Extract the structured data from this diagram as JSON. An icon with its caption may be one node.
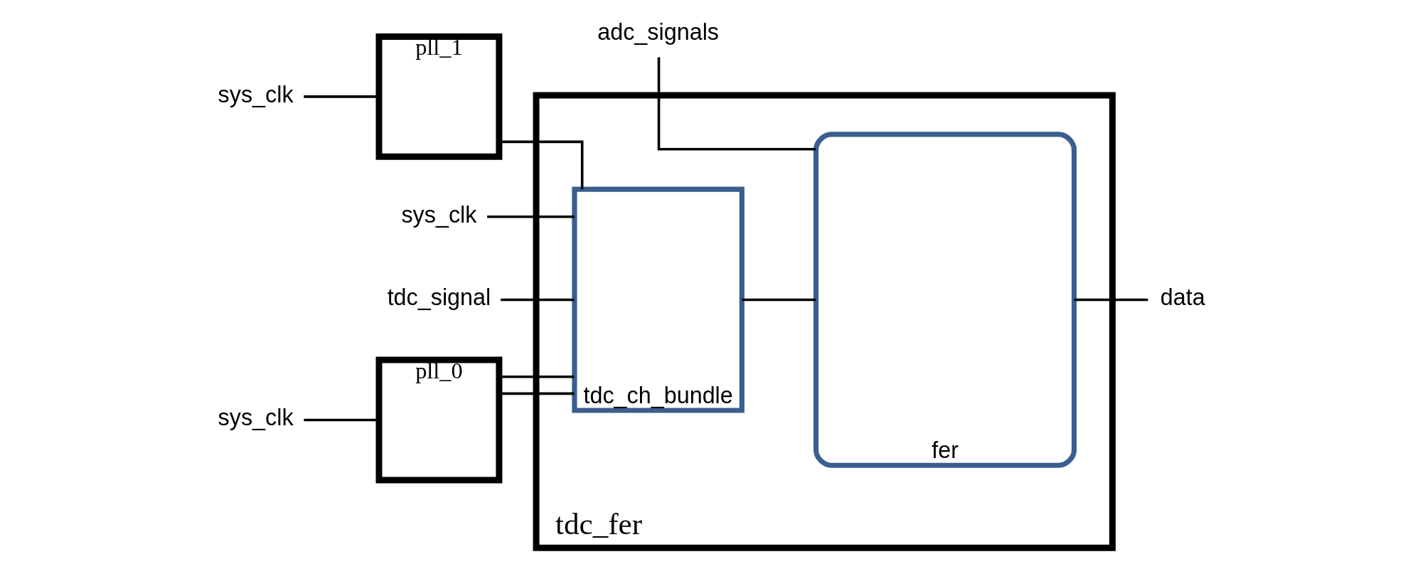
{
  "diagram": {
    "nodes": [
      {
        "text": [
          "pll_0"
        ]
      },
      {
        "text": [
          "sys_clk"
        ]
      },
      {
        "text": [
          "pll_1"
        ]
      },
      {
        "text": [
          "sys_clk"
        ]
      },
      {
        "text": [
          "tdc_fer"
        ]
      },
      {
        "text": [
          "sys_clk"
        ]
      },
      {
        "text": [
          "tdc_ch_bundle"
        ],
        "in": 4
      },
      {
        "text": [
          "tdc_signal"
        ]
      },
      {
        "text": [
          "adc_signals"
        ]
      },
      {
        "text": [
          "fer"
        ],
        "in": 4
      },
      {
        "text": [
          "data"
        ]
      }
    ],
    "edges": [
      {
        "from": 1,
        "to": 0,
        "arrow": "none"
      },
      {
        "from": 3,
        "to": 2,
        "arrow": "none"
      },
      {
        "from": 0,
        "to": 6,
        "arrow": "none"
      },
      {
        "from": 0,
        "to": 6,
        "arrow": "none"
      },
      {
        "from": 2,
        "to": 6,
        "arrow": "none"
      },
      {
        "from": 5,
        "to": 6,
        "arrow": "none"
      },
      {
        "from": 7,
        "to": 6,
        "arrow": "none"
      },
      {
        "from": 6,
        "to": 9,
        "arrow": "none"
      },
      {
        "from": 8,
        "to": 9,
        "arrow": "none"
      },
      {
        "from": 9,
        "to": 10,
        "arrow": "none"
      }
    ]
  }
}
